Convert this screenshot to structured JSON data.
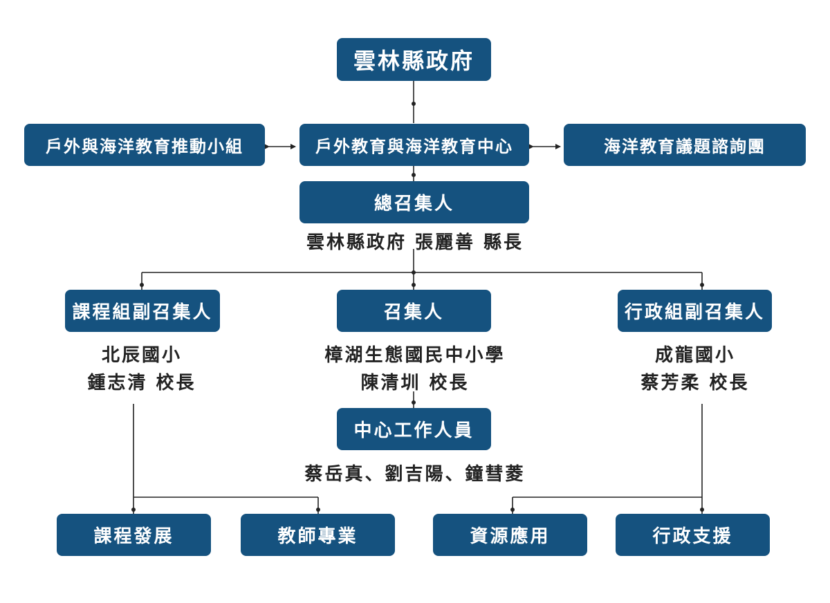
{
  "nodes": {
    "county_gov": "雲林縣政府",
    "outdoor_group": "戶外與海洋教育推動小組",
    "center": "戶外教育與海洋教育中心",
    "advisory_group": "海洋教育議題諮詢團",
    "chief_convener": "總召集人",
    "curriculum_deputy": "課程組副召集人",
    "convener": "召集人",
    "admin_deputy": "行政組副召集人",
    "staff": "中心工作人員",
    "curriculum_dev": "課程發展",
    "teacher_pro": "教師專業",
    "resource_app": "資源應用",
    "admin_support": "行政支援"
  },
  "people": {
    "chief": "雲林縣政府 張麗善 縣長",
    "curriculum_school": "北辰國小",
    "curriculum_person": "鍾志清 校長",
    "convener_school": "樟湖生態國民中小學",
    "convener_person": "陳清圳 校長",
    "admin_school": "成龍國小",
    "admin_person": "蔡芳柔 校長",
    "staff_names": "蔡岳真、劉吉陽、鐘彗菱"
  },
  "colors": {
    "box_fill": "#15527f",
    "box_text": "#ffffff",
    "line": "#222222"
  }
}
